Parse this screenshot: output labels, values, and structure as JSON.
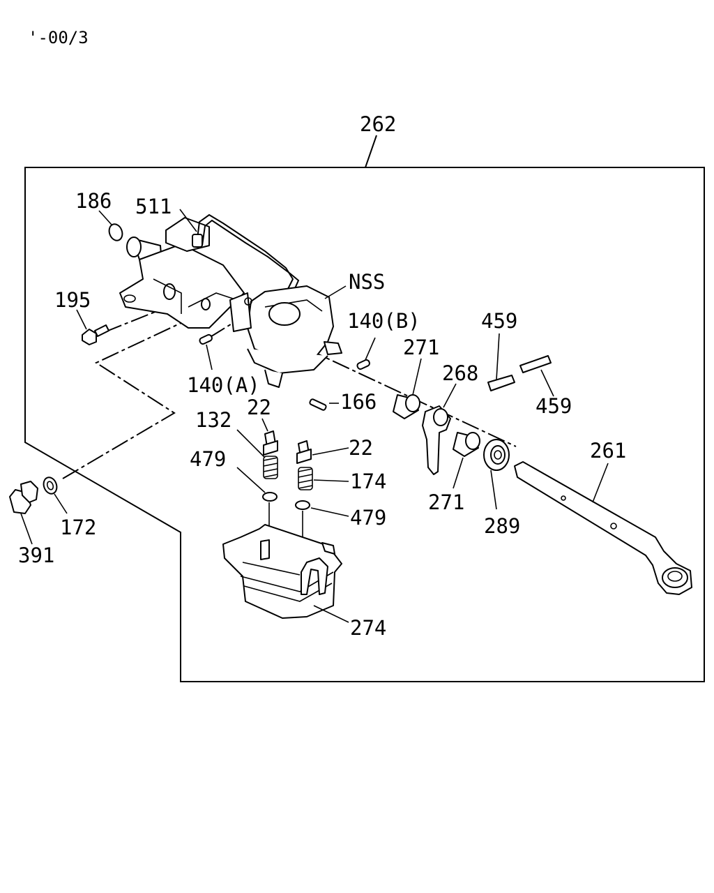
{
  "header": {
    "code": "'-00/3"
  },
  "labels": {
    "l262": "262",
    "l186": "186",
    "l511": "511",
    "lNSS": "NSS",
    "l195": "195",
    "l140b": "140(B)",
    "l271a": "271",
    "l459a": "459",
    "l268": "268",
    "l459b": "459",
    "l140a": "140(A)",
    "l166": "166",
    "l22a": "22",
    "l132": "132",
    "l22b": "22",
    "l479a": "479",
    "l174": "174",
    "l261": "261",
    "l271b": "271",
    "l289": "289",
    "l479b": "479",
    "l172": "172",
    "l391": "391",
    "l274": "274"
  }
}
